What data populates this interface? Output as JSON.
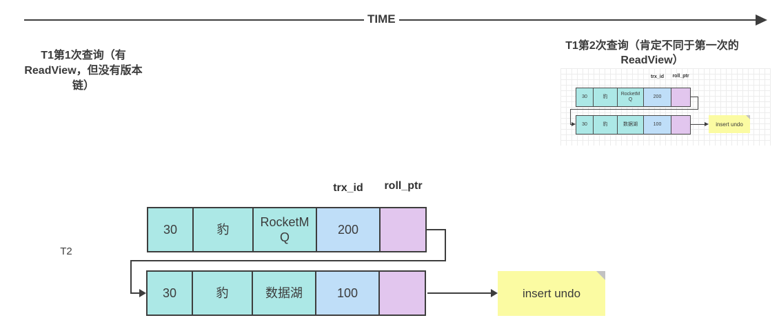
{
  "timeline": {
    "label": "TIME"
  },
  "annotations": {
    "t1_first_lines": [
      "T1第1次查询（有",
      "ReadView，但没有版本",
      "链）"
    ],
    "t1_second_lines": [
      "T1第2次查询（肯定不同于第一次的",
      "ReadView）"
    ],
    "t2_label": "T2"
  },
  "main_diagram": {
    "headers": {
      "trx_id": "trx_id",
      "roll_ptr": "roll_ptr"
    },
    "rows": [
      {
        "cells": [
          "30",
          "豹",
          "RocketMQ",
          "200",
          ""
        ]
      },
      {
        "cells": [
          "30",
          "豹",
          "数据湖",
          "100",
          ""
        ]
      }
    ],
    "undo_note": "insert undo"
  },
  "mini_diagram": {
    "headers": {
      "trx_id": "trx_id",
      "roll_ptr": "roll_ptr"
    },
    "rows": [
      {
        "cells": [
          "30",
          "豹",
          "RocketMQ",
          "200",
          ""
        ]
      },
      {
        "cells": [
          "30",
          "豹",
          "数据湖",
          "100",
          ""
        ]
      }
    ],
    "undo_note": "insert undo"
  },
  "colors": {
    "cell_cyan": "#ace8e6",
    "cell_blue": "#bfdef8",
    "cell_purple": "#e2c6ee",
    "note_yellow": "#fbfba2",
    "border_dark": "#3d3d3d"
  }
}
